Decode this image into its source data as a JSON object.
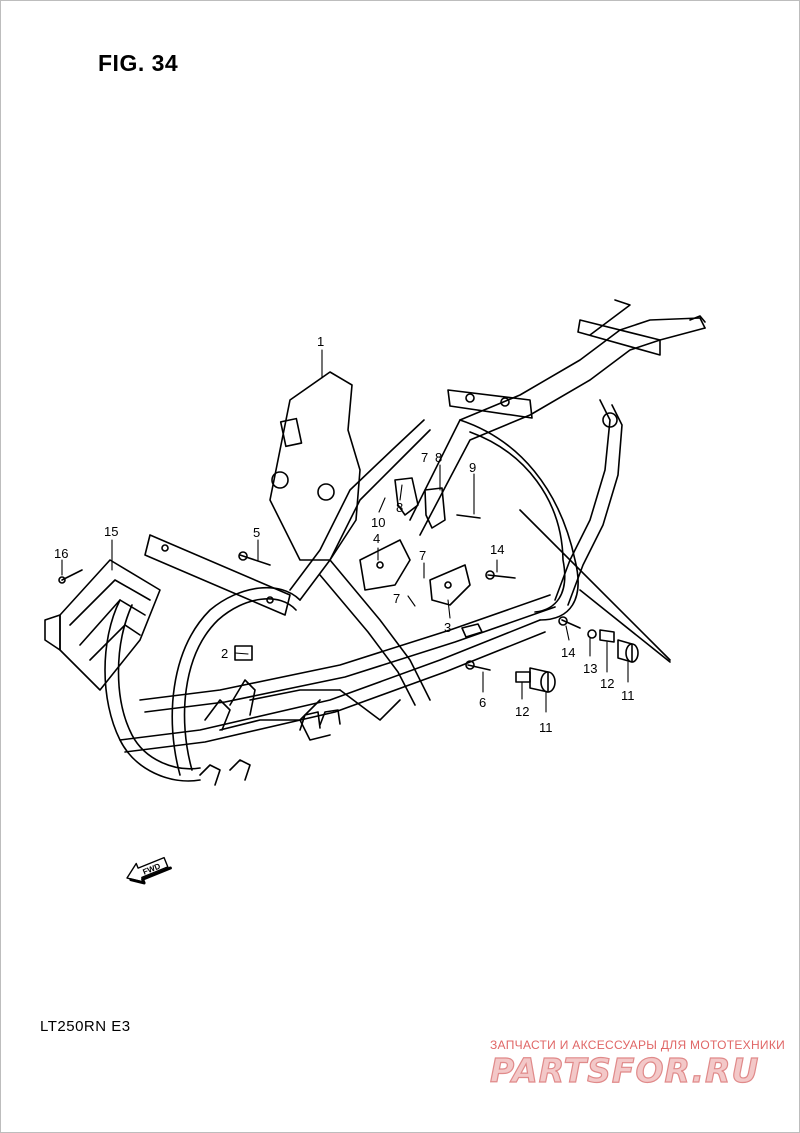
{
  "figure": {
    "title": "FIG. 34"
  },
  "model_code": "LT250RN E3",
  "watermark": {
    "tagline": "ЗАПЧАСТИ И АКСЕССУАРЫ ДЛЯ МОТОТЕХНИКИ",
    "logo": "PARTSFOR.RU"
  },
  "direction_badge": "FWD",
  "callouts": [
    {
      "id": "c1",
      "label": "1"
    },
    {
      "id": "c2",
      "label": "2"
    },
    {
      "id": "c3",
      "label": "3"
    },
    {
      "id": "c4",
      "label": "4"
    },
    {
      "id": "c5",
      "label": "5"
    },
    {
      "id": "c6",
      "label": "6"
    },
    {
      "id": "c7a",
      "label": "7"
    },
    {
      "id": "c7b",
      "label": "7"
    },
    {
      "id": "c7c",
      "label": "7"
    },
    {
      "id": "c8a",
      "label": "8"
    },
    {
      "id": "c8b",
      "label": "8"
    },
    {
      "id": "c9",
      "label": "9"
    },
    {
      "id": "c10",
      "label": "10"
    },
    {
      "id": "c11a",
      "label": "11"
    },
    {
      "id": "c11b",
      "label": "11"
    },
    {
      "id": "c12a",
      "label": "12"
    },
    {
      "id": "c12b",
      "label": "12"
    },
    {
      "id": "c13",
      "label": "13"
    },
    {
      "id": "c14a",
      "label": "14"
    },
    {
      "id": "c14b",
      "label": "14"
    },
    {
      "id": "c15",
      "label": "15"
    },
    {
      "id": "c16",
      "label": "16"
    }
  ]
}
